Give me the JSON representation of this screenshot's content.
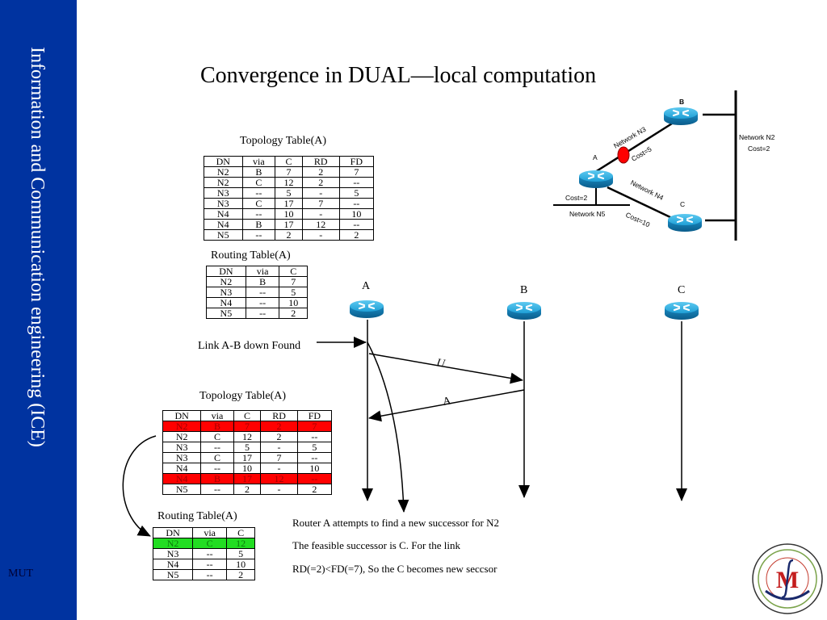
{
  "sidebar": {
    "title": "Information and Communication engineering (ICE)",
    "footer": "MUT",
    "bg_color": "#0033a0"
  },
  "slide": {
    "title": "Convergence in DUAL—local computation"
  },
  "topology_table_1": {
    "caption": "Topology Table(A)",
    "headers": [
      "DN",
      "via",
      "C",
      "RD",
      "FD"
    ],
    "rows": [
      [
        "N2",
        "B",
        "7",
        "2",
        "7"
      ],
      [
        "N2",
        "C",
        "12",
        "2",
        "--"
      ],
      [
        "N3",
        "--",
        "5",
        "-",
        "5"
      ],
      [
        "N3",
        "C",
        "17",
        "7",
        "--"
      ],
      [
        "N4",
        "--",
        "10",
        "-",
        "10"
      ],
      [
        "N4",
        "B",
        "17",
        "12",
        "--"
      ],
      [
        "N5",
        "--",
        "2",
        "-",
        "2"
      ]
    ]
  },
  "routing_table_1": {
    "caption": "Routing Table(A)",
    "headers": [
      "DN",
      "via",
      "C"
    ],
    "rows": [
      [
        "N2",
        "B",
        "7"
      ],
      [
        "N3",
        "--",
        "5"
      ],
      [
        "N4",
        "--",
        "10"
      ],
      [
        "N5",
        "--",
        "2"
      ]
    ]
  },
  "topology_table_2": {
    "caption": "Topology Table(A)",
    "headers": [
      "DN",
      "via",
      "C",
      "RD",
      "FD"
    ],
    "rows": [
      [
        "N2",
        "B",
        "7",
        "2",
        "7"
      ],
      [
        "N2",
        "C",
        "12",
        "2",
        "--"
      ],
      [
        "N3",
        "--",
        "5",
        "-",
        "5"
      ],
      [
        "N3",
        "C",
        "17",
        "7",
        "--"
      ],
      [
        "N4",
        "--",
        "10",
        "-",
        "10"
      ],
      [
        "N4",
        "B",
        "17",
        "12",
        "--"
      ],
      [
        "N5",
        "--",
        "2",
        "-",
        "2"
      ]
    ],
    "highlighted_rows": [
      0,
      5
    ],
    "highlight_color": "#ff0000"
  },
  "routing_table_2": {
    "caption": "Routing Table(A)",
    "headers": [
      "DN",
      "via",
      "C"
    ],
    "rows": [
      [
        "N2",
        "C",
        "12"
      ],
      [
        "N3",
        "--",
        "5"
      ],
      [
        "N4",
        "--",
        "10"
      ],
      [
        "N5",
        "--",
        "2"
      ]
    ],
    "highlighted_rows": [
      0
    ],
    "highlight_color": "#22dd22"
  },
  "sequence": {
    "routers": [
      "A",
      "B",
      "C"
    ],
    "event_label": "Link A-B down Found",
    "messages": [
      {
        "from": "A",
        "to": "B",
        "label": "U"
      },
      {
        "from": "B",
        "to": "A",
        "label": "A"
      }
    ]
  },
  "topology_diagram": {
    "routers": [
      "A",
      "B",
      "C"
    ],
    "labels": {
      "n3": "Network N3",
      "n3_cost": "Cost=5",
      "n2": "Network N2",
      "n2_cost": "Cost=2",
      "n4": "Network N4",
      "n4_cost": "Cost=10",
      "n5": "Network N5",
      "n5_cost": "Cost=2"
    },
    "failure_marker_color": "#ff0000"
  },
  "description": [
    "Router A attempts to find a new successor for N2",
    "The feasible successor is C.  For the link",
    "RD(=2)<FD(=7), So the C becomes new seccsor"
  ]
}
